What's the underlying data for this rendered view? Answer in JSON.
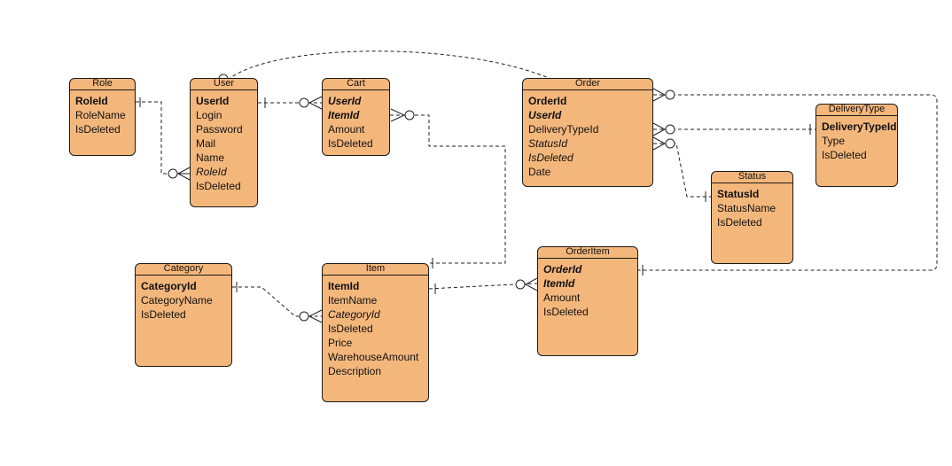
{
  "entities": {
    "role": {
      "title": "Role",
      "fields": [
        {
          "name": "RoleId",
          "bold": true,
          "italic": false
        },
        {
          "name": "RoleName",
          "bold": false,
          "italic": false
        },
        {
          "name": "IsDeleted",
          "bold": false,
          "italic": false
        }
      ]
    },
    "user": {
      "title": "User",
      "fields": [
        {
          "name": "UserId",
          "bold": true,
          "italic": false
        },
        {
          "name": "Login",
          "bold": false,
          "italic": false
        },
        {
          "name": "Password",
          "bold": false,
          "italic": false
        },
        {
          "name": "Mail",
          "bold": false,
          "italic": false
        },
        {
          "name": "Name",
          "bold": false,
          "italic": false
        },
        {
          "name": "RoleId",
          "bold": false,
          "italic": true
        },
        {
          "name": "IsDeleted",
          "bold": false,
          "italic": false
        }
      ]
    },
    "cart": {
      "title": "Cart",
      "fields": [
        {
          "name": "UserId",
          "bold": true,
          "italic": true
        },
        {
          "name": "ItemId",
          "bold": true,
          "italic": true
        },
        {
          "name": "Amount",
          "bold": false,
          "italic": false
        },
        {
          "name": "IsDeleted",
          "bold": false,
          "italic": false
        }
      ]
    },
    "order": {
      "title": "Order",
      "fields": [
        {
          "name": "OrderId",
          "bold": true,
          "italic": false
        },
        {
          "name": "UserId",
          "bold": true,
          "italic": true
        },
        {
          "name": "DeliveryTypeId",
          "bold": false,
          "italic": false
        },
        {
          "name": "StatusId",
          "bold": false,
          "italic": true
        },
        {
          "name": "IsDeleted",
          "bold": false,
          "italic": true
        },
        {
          "name": "Date",
          "bold": false,
          "italic": false
        }
      ]
    },
    "deliverytype": {
      "title": "DeliveryType",
      "fields": [
        {
          "name": "DeliveryTypeId",
          "bold": true,
          "italic": false
        },
        {
          "name": "Type",
          "bold": false,
          "italic": false
        },
        {
          "name": "IsDeleted",
          "bold": false,
          "italic": false
        }
      ]
    },
    "status": {
      "title": "Status",
      "fields": [
        {
          "name": "StatusId",
          "bold": true,
          "italic": false
        },
        {
          "name": "StatusName",
          "bold": false,
          "italic": false
        },
        {
          "name": "IsDeleted",
          "bold": false,
          "italic": false
        }
      ]
    },
    "category": {
      "title": "Category",
      "fields": [
        {
          "name": "CategoryId",
          "bold": true,
          "italic": false
        },
        {
          "name": "CategoryName",
          "bold": false,
          "italic": false
        },
        {
          "name": "IsDeleted",
          "bold": false,
          "italic": false
        }
      ]
    },
    "item": {
      "title": "Item",
      "fields": [
        {
          "name": "ItemId",
          "bold": true,
          "italic": false
        },
        {
          "name": "ItemName",
          "bold": false,
          "italic": false
        },
        {
          "name": "CategoryId",
          "bold": false,
          "italic": true
        },
        {
          "name": "IsDeleted",
          "bold": false,
          "italic": false
        },
        {
          "name": "Price",
          "bold": false,
          "italic": false
        },
        {
          "name": "WarehouseAmount",
          "bold": false,
          "italic": false
        },
        {
          "name": "Description",
          "bold": false,
          "italic": false
        }
      ]
    },
    "orderitem": {
      "title": "OrderItem",
      "fields": [
        {
          "name": "OrderId",
          "bold": true,
          "italic": true
        },
        {
          "name": "ItemId",
          "bold": true,
          "italic": true
        },
        {
          "name": "Amount",
          "bold": false,
          "italic": false
        },
        {
          "name": "IsDeleted",
          "bold": false,
          "italic": false
        }
      ]
    }
  },
  "relationships": [
    {
      "from": "role",
      "to": "user",
      "from_end": "one",
      "to_end": "zero-or-many"
    },
    {
      "from": "user",
      "to": "cart",
      "from_end": "one",
      "to_end": "zero-or-many"
    },
    {
      "from": "user",
      "to": "order",
      "from_end": "zero-or-many",
      "to_end": "one"
    },
    {
      "from": "item",
      "to": "cart",
      "from_end": "one",
      "to_end": "zero-or-many"
    },
    {
      "from": "category",
      "to": "item",
      "from_end": "one",
      "to_end": "zero-or-many"
    },
    {
      "from": "item",
      "to": "orderitem",
      "from_end": "one",
      "to_end": "zero-or-many"
    },
    {
      "from": "deliverytype",
      "to": "order",
      "from_end": "one",
      "to_end": "zero-or-many"
    },
    {
      "from": "status",
      "to": "order",
      "from_end": "one",
      "to_end": "zero-or-many"
    },
    {
      "from": "orderitem",
      "to": "order",
      "from_end": "one",
      "to_end": "zero-or-many"
    }
  ],
  "colors": {
    "entity_fill": "#f4b77b",
    "stroke": "#1a1a1a",
    "background": "#ffffff"
  }
}
